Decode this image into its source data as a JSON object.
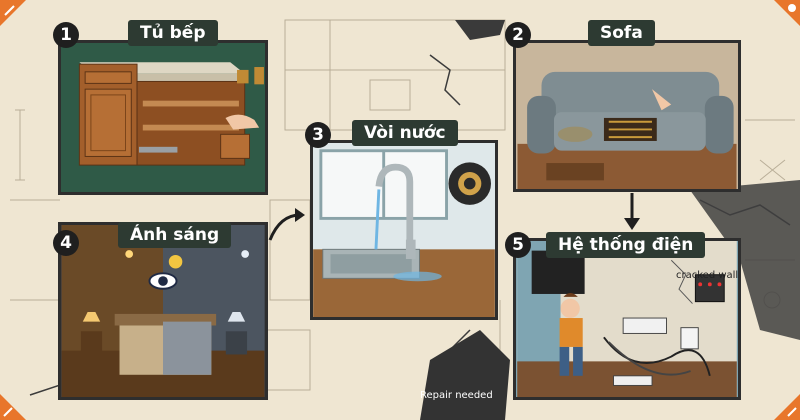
{
  "panels": [
    {
      "number": "1",
      "title": "Tủ bếp",
      "subject": "kitchen-cabinet"
    },
    {
      "number": "2",
      "title": "Sofa",
      "subject": "sofa"
    },
    {
      "number": "3",
      "title": "Vòi nước",
      "subject": "faucet"
    },
    {
      "number": "4",
      "title": "Ánh sáng",
      "subject": "lighting"
    },
    {
      "number": "5",
      "title": "Hệ thống điện",
      "subject": "electrical-system"
    }
  ],
  "annotations": {
    "cracked_wall": "cracked wall",
    "repair_needed": "Repair needed"
  },
  "colors": {
    "background": "#efe6d2",
    "corner_orange": "#e8762b",
    "label_bg": "#2d3a32",
    "panel1_bg": "#2f5a47",
    "panel5_bg": "#7fa5b2"
  }
}
